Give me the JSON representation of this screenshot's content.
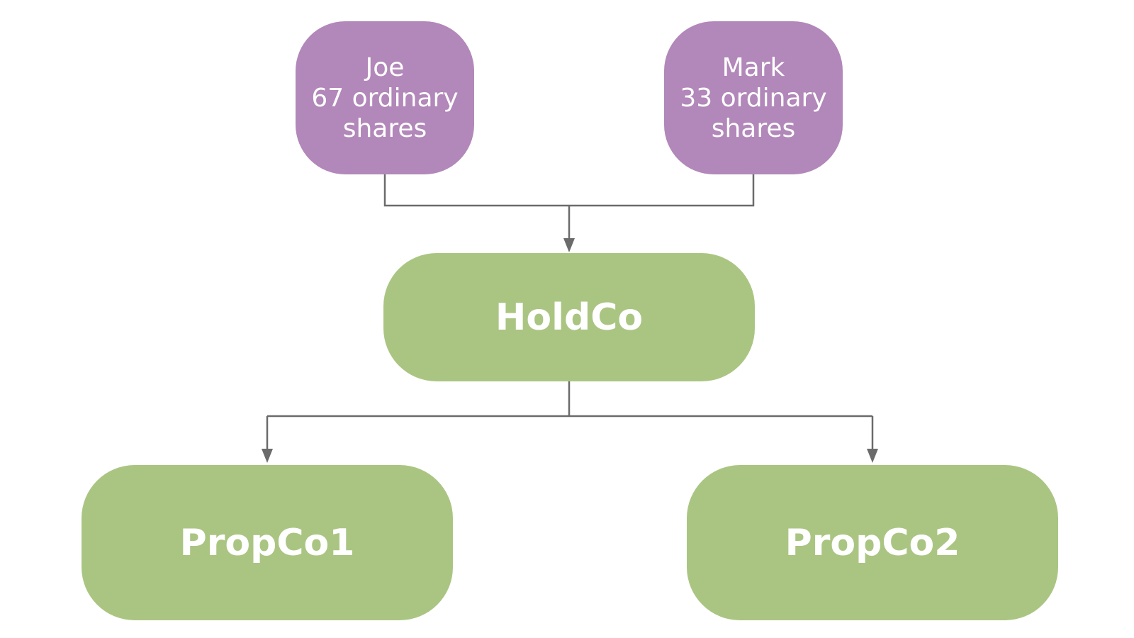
{
  "colors": {
    "shareholder_fill": "#b287b9",
    "company_fill": "#aac582",
    "connector": "#6b6b6b",
    "text": "#ffffff"
  },
  "shareholders": [
    {
      "name": "Joe",
      "shares_line1": "67 ordinary",
      "shares_line2": "shares"
    },
    {
      "name": "Mark",
      "shares_line1": "33 ordinary",
      "shares_line2": "shares"
    }
  ],
  "holding_company": {
    "name": "HoldCo"
  },
  "subsidiaries": [
    {
      "name": "PropCo1"
    },
    {
      "name": "PropCo2"
    }
  ]
}
